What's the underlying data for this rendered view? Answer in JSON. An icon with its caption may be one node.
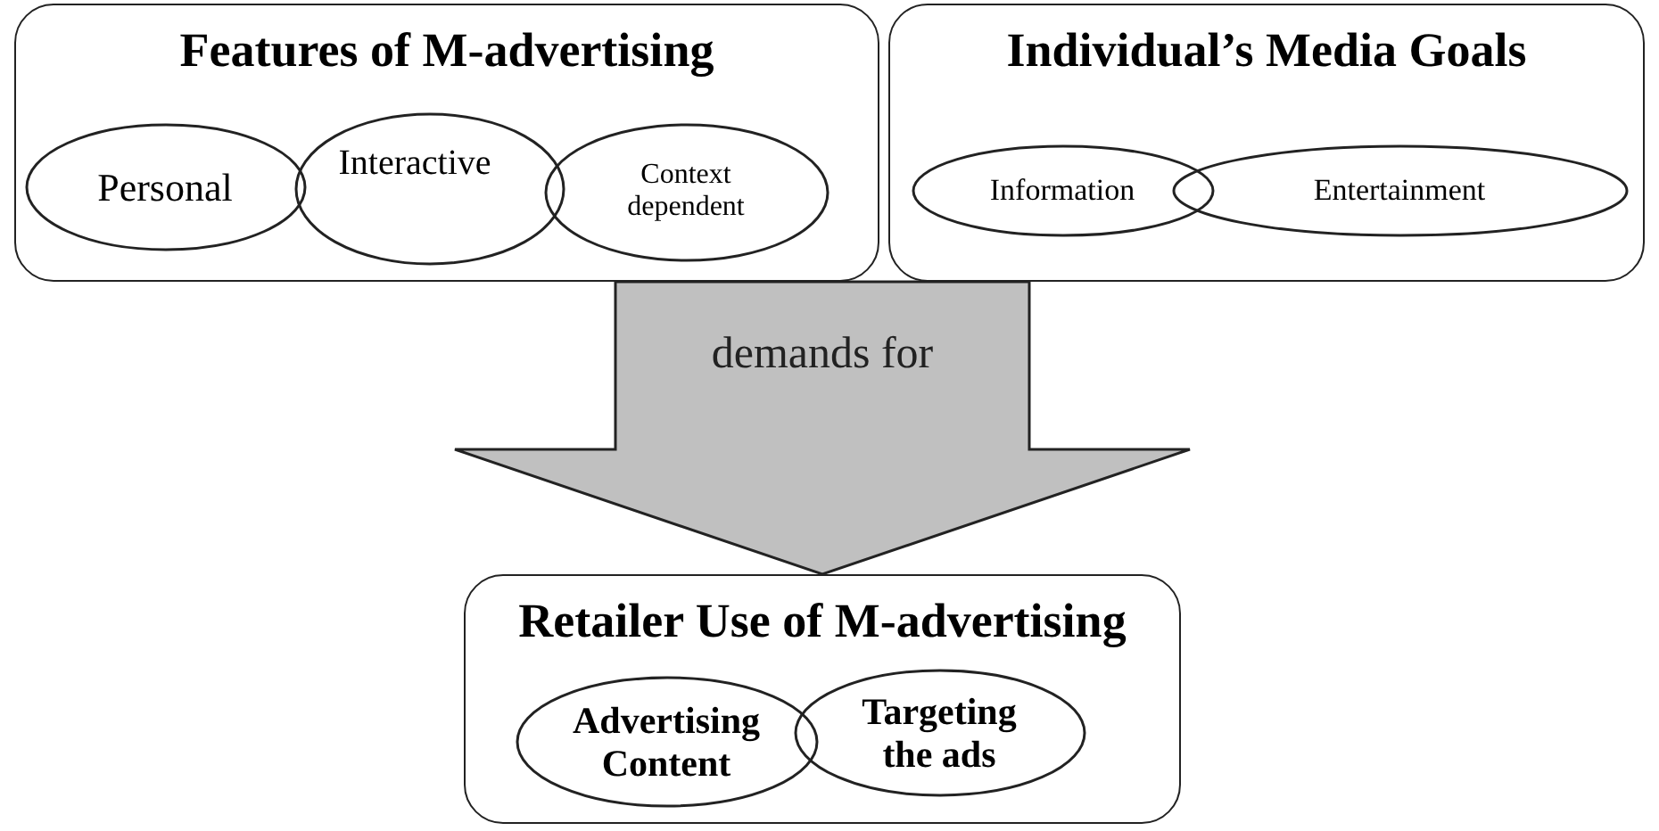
{
  "diagram": {
    "nodes": [
      {
        "text": [
          "Features of M-advertising"
        ]
      },
      {
        "text": [
          "Personal"
        ],
        "in": 0
      },
      {
        "text": [
          "Interactive"
        ],
        "in": 0
      },
      {
        "text": [
          "Context dependent"
        ],
        "in": 0
      },
      {
        "text": [
          "Individual’s Media Goals"
        ]
      },
      {
        "text": [
          "Information"
        ],
        "in": 4
      },
      {
        "text": [
          "Entertainment"
        ],
        "in": 4
      },
      {
        "text": [
          "Retailer Use of M-advertising"
        ]
      },
      {
        "text": [
          "Advertising Content"
        ],
        "in": 7
      },
      {
        "text": [
          "Targeting the ads"
        ],
        "in": 7
      }
    ],
    "edges": [
      {
        "from": 0,
        "to": 7,
        "arrow": "to",
        "label": "demands for",
        "style": "thick"
      },
      {
        "from": 4,
        "to": 7,
        "arrow": "to",
        "style": "thick"
      }
    ]
  }
}
